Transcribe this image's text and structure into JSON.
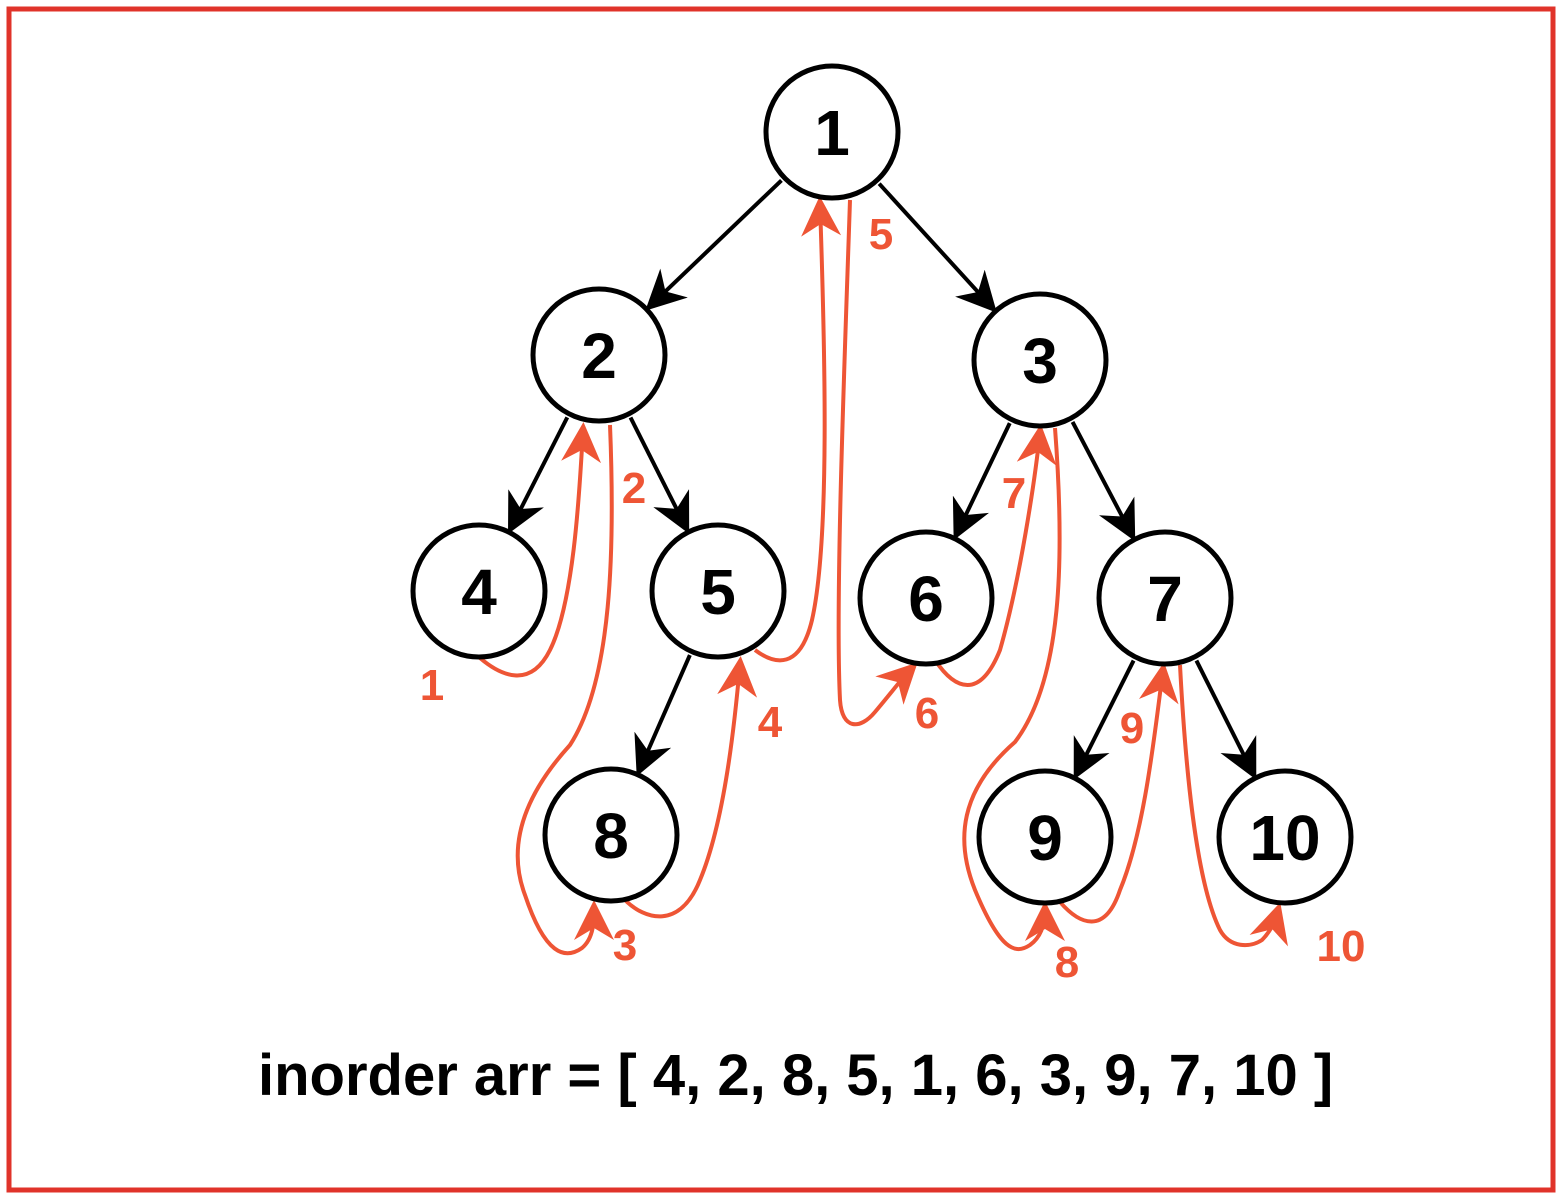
{
  "colors": {
    "border": "#e0332a",
    "traversal": "#ee5535",
    "edge": "#000000"
  },
  "nodes": [
    {
      "id": "1",
      "label": "1"
    },
    {
      "id": "2",
      "label": "2"
    },
    {
      "id": "3",
      "label": "3"
    },
    {
      "id": "4",
      "label": "4"
    },
    {
      "id": "5",
      "label": "5"
    },
    {
      "id": "6",
      "label": "6"
    },
    {
      "id": "7",
      "label": "7"
    },
    {
      "id": "8",
      "label": "8"
    },
    {
      "id": "9",
      "label": "9"
    },
    {
      "id": "10",
      "label": "10"
    }
  ],
  "edges": [
    {
      "from": "1",
      "to": "2"
    },
    {
      "from": "1",
      "to": "3"
    },
    {
      "from": "2",
      "to": "4"
    },
    {
      "from": "2",
      "to": "5"
    },
    {
      "from": "5",
      "to": "8"
    },
    {
      "from": "3",
      "to": "6"
    },
    {
      "from": "3",
      "to": "7"
    },
    {
      "from": "7",
      "to": "9"
    },
    {
      "from": "7",
      "to": "10"
    }
  ],
  "traversal_steps": [
    "1",
    "2",
    "3",
    "4",
    "5",
    "6",
    "7",
    "8",
    "9",
    "10"
  ],
  "caption": "inorder arr = [ 4, 2, 8, 5, 1, 6, 3, 9, 7, 10 ]"
}
